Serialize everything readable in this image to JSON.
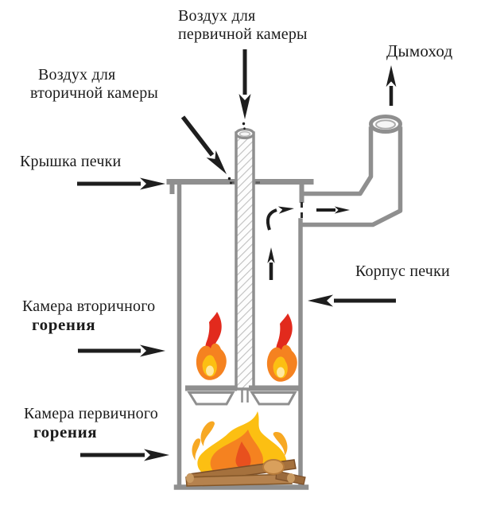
{
  "diagram": {
    "labels": {
      "primary_air_line1": "Воздух для",
      "primary_air_line2": "первичной камеры",
      "chimney": "Дымоход",
      "secondary_air_line1": "Воздух для",
      "secondary_air_line2": "вторичной камеры",
      "lid": "Крышка печки",
      "body": "Корпус печки",
      "secondary_chamber_line1": "Камера вторичного",
      "secondary_chamber_line2": "горения",
      "primary_chamber_line1": "Камера первичного",
      "primary_chamber_line2": "горения"
    },
    "icons": {
      "flame": "flame-icon",
      "campfire": "campfire-icon",
      "arrow": "arrow-icon"
    },
    "colors": {
      "background": "#ffffff",
      "wall_gray": "#8f8f8f",
      "hatch_gray": "#bfbfbf",
      "arrow_black": "#1e1e1e",
      "text_black": "#1b1b1b",
      "flame_red": "#e22a1d",
      "flame_orange": "#f58220",
      "flame_yellow": "#fcbf12",
      "flame_light": "#ffe9a0",
      "log_brown": "#a5713d",
      "log_dark": "#7c4f28",
      "log_light": "#c99a62"
    }
  }
}
